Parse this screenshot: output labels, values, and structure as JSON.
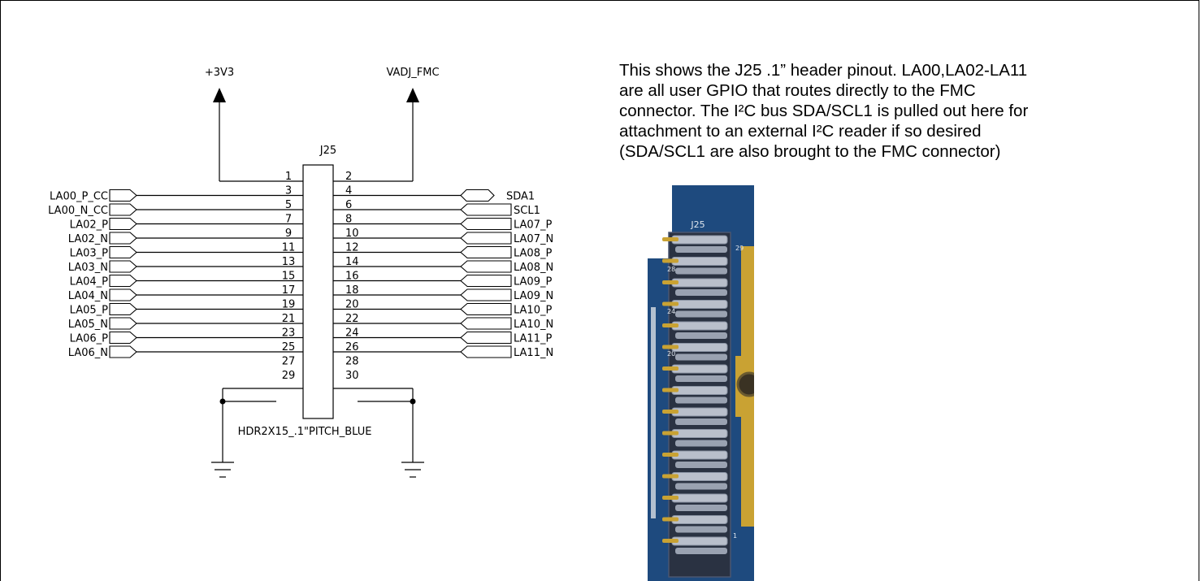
{
  "schematic": {
    "power_left": "+3V3",
    "power_right": "VADJ_FMC",
    "refdes": "J25",
    "part_value": "HDR2X15_.1\"PITCH_BLUE",
    "pin_pairs": [
      [
        "1",
        "2"
      ],
      [
        "3",
        "4"
      ],
      [
        "5",
        "6"
      ],
      [
        "7",
        "8"
      ],
      [
        "9",
        "10"
      ],
      [
        "11",
        "12"
      ],
      [
        "13",
        "14"
      ],
      [
        "15",
        "16"
      ],
      [
        "17",
        "18"
      ],
      [
        "19",
        "20"
      ],
      [
        "21",
        "22"
      ],
      [
        "23",
        "24"
      ],
      [
        "25",
        "26"
      ],
      [
        "27",
        "28"
      ],
      [
        "29",
        "30"
      ]
    ],
    "left_nets": [
      "LA00_P_CC",
      "LA00_N_CC",
      "LA02_P",
      "LA02_N",
      "LA03_P",
      "LA03_N",
      "LA04_P",
      "LA04_N",
      "LA05_P",
      "LA05_N",
      "LA06_P",
      "LA06_N"
    ],
    "right_nets": [
      "SDA1",
      "SCL1",
      "LA07_P",
      "LA07_N",
      "LA08_P",
      "LA08_N",
      "LA09_P",
      "LA09_N",
      "LA10_P",
      "LA10_N",
      "LA11_P",
      "LA11_N"
    ]
  },
  "description": {
    "lines": [
      "This shows the J25 .1” header pinout. LA00,LA02-LA11",
      "are all user GPIO that routes directly to the FMC",
      "connector.  The I²C bus SDA/SCL1 is pulled out here for",
      "attachment to an external I²C reader if so desired",
      "(SDA/SCL1 are also brought to the FMC connector)"
    ]
  },
  "photo": {
    "silkscreen": "J25",
    "pin_numbers": [
      "29",
      "28",
      "24",
      "20",
      "1"
    ],
    "colors": {
      "board": "#1e4a7e",
      "gold": "#c9a233",
      "pin": "#b9bfcb"
    }
  }
}
